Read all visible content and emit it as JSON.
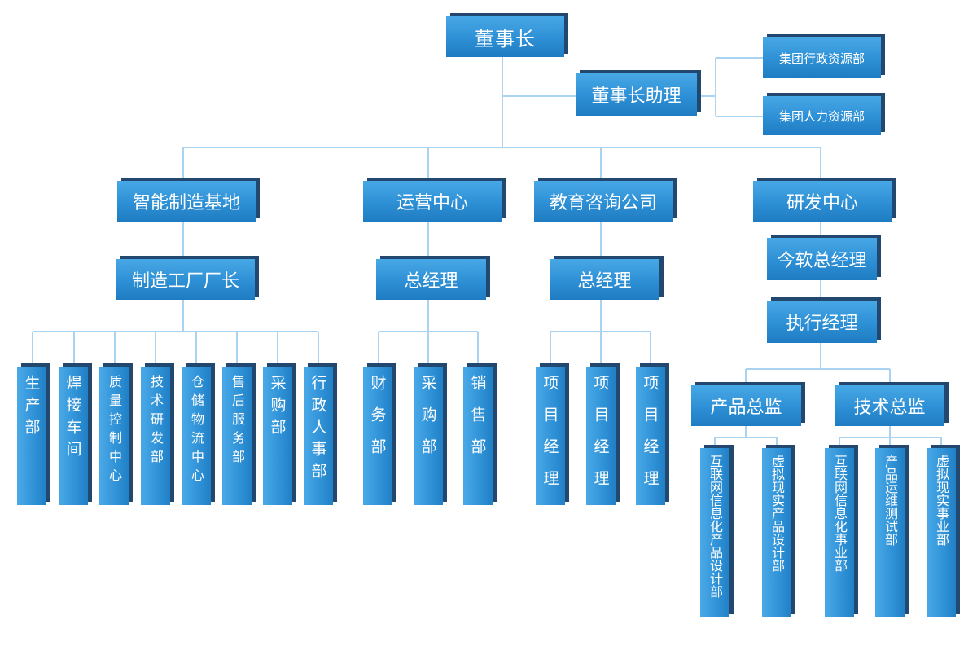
{
  "chairman": "董事长",
  "chairman_assistant": "董事长助理",
  "group_admin_dept": "集团行政资源部",
  "group_hr_dept": "集团人力资源部",
  "manufacturing": {
    "title": "智能制造基地",
    "head": "制造工厂厂长",
    "depts": [
      "生产部",
      "焊接车间",
      "质量控制中心",
      "技术研发部",
      "仓储物流中心",
      "售后服务部",
      "采购部",
      "行政人事部"
    ]
  },
  "operations": {
    "title": "运营中心",
    "head": "总经理",
    "depts": [
      "财务部",
      "采购部",
      "销售部"
    ]
  },
  "education": {
    "title": "教育咨询公司",
    "head": "总经理",
    "depts": [
      "项目经理",
      "项目经理",
      "项目经理"
    ]
  },
  "rnd": {
    "title": "研发中心",
    "gm": "今软总经理",
    "exec": "执行经理",
    "product_director": "产品总监",
    "tech_director": "技术总监",
    "product_depts": [
      "互联网信息化产品设计部",
      "虚拟现实产品设计部"
    ],
    "tech_depts": [
      "互联网信息化事业部",
      "产品运维测试部",
      "虚拟现实事业部"
    ]
  }
}
